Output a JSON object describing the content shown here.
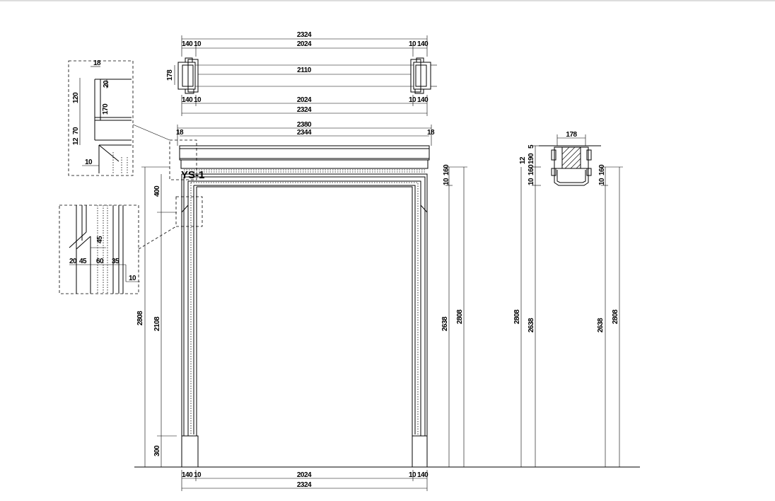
{
  "drawing": {
    "label": "YS-1",
    "plan_view": {
      "top_total": "2324",
      "top_left_a": "140",
      "top_left_b": "10",
      "top_mid": "2024",
      "top_right_a": "10",
      "top_right_b": "140",
      "depth": "178",
      "inner_opening": "2110",
      "bot_left_a": "140",
      "bot_left_b": "10",
      "bot_mid": "2024",
      "bot_right_a": "10",
      "bot_right_b": "140",
      "bot_total": "2324"
    },
    "front_view": {
      "crown_total": "2380",
      "crown_inner": "2344",
      "crown_left": "18",
      "crown_right": "18",
      "left_total_height": "2808",
      "left_head": "400",
      "left_leg": "2108",
      "left_plinth": "300",
      "right_top_a": "10",
      "right_top_b": "160",
      "right_opening_height": "2638",
      "right_total_height": "2808",
      "bottom_left_a": "140",
      "bottom_left_b": "10",
      "bottom_mid": "2024",
      "bottom_right_a": "10",
      "bottom_right_b": "140",
      "bottom_total": "2324"
    },
    "detail_crown": {
      "d18": "18",
      "d20": "20",
      "d120": "120",
      "d170": "170",
      "d70": "70",
      "d12": "12",
      "d10": "10"
    },
    "detail_leg": {
      "d20": "20",
      "d45a": "45",
      "d60": "60",
      "d35": "35",
      "d45b": "45",
      "d10": "10"
    },
    "side_view": {
      "width": "178",
      "d5": "5",
      "d190": "190",
      "d12": "12",
      "d10": "10",
      "d160": "160",
      "total_height": "2808",
      "opening_height": "2638",
      "r_top_a": "10",
      "r_top_b": "160",
      "r_opening_height": "2638",
      "r_total_height": "2808"
    }
  }
}
